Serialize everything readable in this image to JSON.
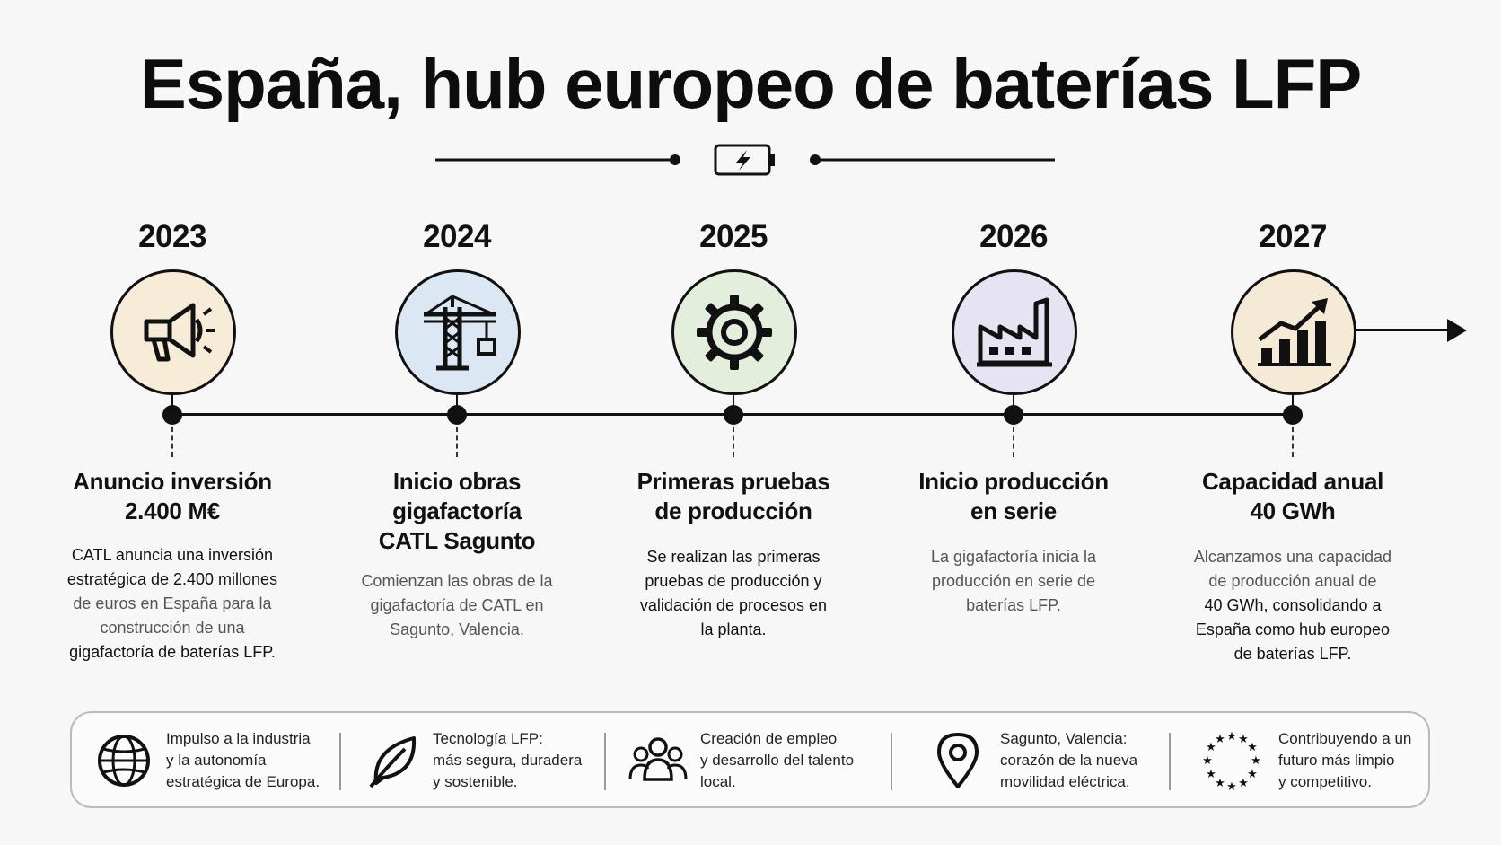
{
  "title": "España, hub europeo de baterías LFP",
  "colors": {
    "ink": "#111111",
    "milestone_fills": [
      "#f6ecd7",
      "#dce7f4",
      "#e3eedd",
      "#e6e4f2",
      "#f5ead5"
    ]
  },
  "milestones": [
    {
      "year": "2023",
      "icon": "megaphone-icon",
      "title_lines": [
        "Anuncio inversión",
        "2.400 M€"
      ],
      "desc_lines": [
        "CATL anuncia una inversión",
        "estratégica de 2.400 millones",
        "de euros en España para la",
        "construcción de una",
        "gigafactoría de baterías LFP."
      ]
    },
    {
      "year": "2024",
      "icon": "crane-icon",
      "title_lines": [
        "Inicio obras",
        "gigafactoría",
        "CATL Sagunto"
      ],
      "desc_lines": [
        "Comienzan las obras de la",
        "gigafactoría de CATL en",
        "Sagunto, Valencia."
      ]
    },
    {
      "year": "2025",
      "icon": "gear-icon",
      "title_lines": [
        "Primeras pruebas",
        "de producción"
      ],
      "desc_lines": [
        "Se realizan las primeras",
        "pruebas de producción y",
        "validación de procesos en",
        "la planta."
      ]
    },
    {
      "year": "2026",
      "icon": "factory-icon",
      "title_lines": [
        "Inicio producción",
        "en serie"
      ],
      "desc_lines": [
        "La gigafactoría inicia la",
        "producción en serie de",
        "baterías LFP."
      ]
    },
    {
      "year": "2027",
      "icon": "growth-chart-icon",
      "title_lines": [
        "Capacidad anual",
        "40 GWh"
      ],
      "desc_lines": [
        "Alcanzamos una capacidad",
        "de producción anual de",
        "40 GWh, consolidando a",
        "España como hub europeo",
        "de baterías LFP."
      ]
    }
  ],
  "footer": [
    {
      "icon": "globe-icon",
      "lines": [
        "Impulso a la industria",
        "y la autonomía",
        "estratégica de Europa."
      ]
    },
    {
      "icon": "leaf-icon",
      "lines": [
        "Tecnología LFP:",
        "más segura, duradera",
        "y sostenible."
      ]
    },
    {
      "icon": "people-icon",
      "lines": [
        "Creación de empleo",
        "y desarrollo del talento",
        "local."
      ]
    },
    {
      "icon": "location-pin-icon",
      "lines": [
        "Sagunto, Valencia:",
        "corazón de la nueva",
        "movilidad eléctrica."
      ]
    },
    {
      "icon": "eu-stars-icon",
      "lines": [
        "Contribuyendo a un",
        "futuro más limpio",
        "y competitivo."
      ]
    }
  ]
}
